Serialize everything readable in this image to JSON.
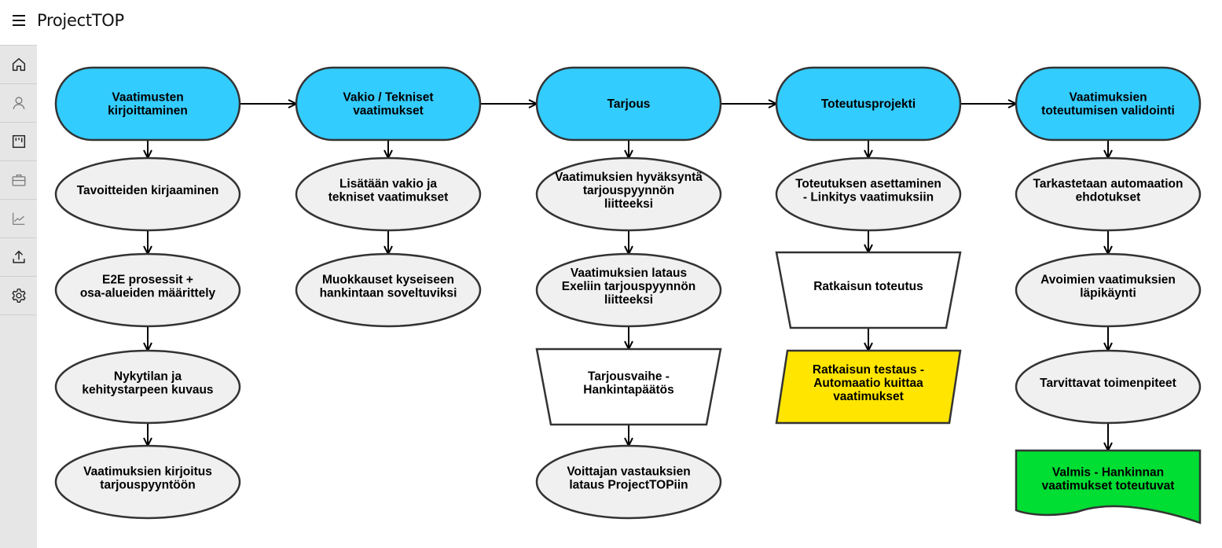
{
  "app": {
    "title": "ProjectTOP",
    "menu_icon": "hamburger-menu-icon"
  },
  "sidebar": {
    "items": [
      {
        "name": "home",
        "icon": "home-icon"
      },
      {
        "name": "users",
        "icon": "user-icon"
      },
      {
        "name": "board",
        "icon": "kanban-board-icon"
      },
      {
        "name": "projects",
        "icon": "briefcase-icon"
      },
      {
        "name": "reports",
        "icon": "line-chart-icon"
      },
      {
        "name": "upload",
        "icon": "upload-icon"
      },
      {
        "name": "settings",
        "icon": "gear-icon"
      }
    ]
  },
  "colors": {
    "phase": "#33ccff",
    "step": "#f0f0f0",
    "manual": "#ffffff",
    "test": "#ffe500",
    "done": "#00dd33",
    "stroke": "#333333"
  },
  "diagram": {
    "columns": [
      {
        "phase": [
          "Vaatimusten",
          "kirjoittaminen"
        ],
        "steps": [
          {
            "shape": "ellipse",
            "lines": [
              "Tavoitteiden kirjaaminen"
            ]
          },
          {
            "shape": "ellipse",
            "lines": [
              "E2E prosessit +",
              "osa-alueiden määrittely"
            ]
          },
          {
            "shape": "ellipse",
            "lines": [
              "Nykytilan ja",
              "kehitystarpeen kuvaus"
            ]
          },
          {
            "shape": "ellipse",
            "lines": [
              "Vaatimuksien kirjoitus",
              "tarjouspyyntöön"
            ]
          }
        ]
      },
      {
        "phase": [
          "Vakio / Tekniset",
          "vaatimukset"
        ],
        "steps": [
          {
            "shape": "ellipse",
            "lines": [
              "Lisätään vakio ja",
              "tekniset vaatimukset"
            ]
          },
          {
            "shape": "ellipse",
            "lines": [
              "Muokkauset kyseiseen",
              "hankintaan soveltuviksi"
            ]
          }
        ]
      },
      {
        "phase": [
          "Tarjous"
        ],
        "steps": [
          {
            "shape": "ellipse",
            "lines": [
              "Vaatimuksien hyväksyntä",
              "tarjouspyynnön",
              "liitteeksi"
            ]
          },
          {
            "shape": "ellipse",
            "lines": [
              "Vaatimuksien lataus",
              "Exeliin tarjouspyynnön",
              "liitteeksi"
            ]
          },
          {
            "shape": "manual",
            "lines": [
              "Tarjousvaihe -",
              "Hankintapäätös"
            ]
          },
          {
            "shape": "ellipse",
            "lines": [
              "Voittajan vastauksien",
              "lataus ProjectTOPiin"
            ]
          }
        ]
      },
      {
        "phase": [
          "Toteutusprojekti"
        ],
        "steps": [
          {
            "shape": "ellipse",
            "lines": [
              "Toteutuksen asettaminen",
              "- Linkitys vaatimuksiin"
            ]
          },
          {
            "shape": "manual",
            "lines": [
              "Ratkaisun toteutus"
            ]
          },
          {
            "shape": "parallelogram",
            "lines": [
              "Ratkaisun testaus -",
              "Automaatio kuittaa",
              "vaatimukset"
            ]
          }
        ]
      },
      {
        "phase": [
          "Vaatimuksien",
          "toteutumisen validointi"
        ],
        "steps": [
          {
            "shape": "ellipse",
            "lines": [
              "Tarkastetaan automaation",
              "ehdotukset"
            ]
          },
          {
            "shape": "ellipse",
            "lines": [
              "Avoimien vaatimuksien",
              "läpikäynti"
            ]
          },
          {
            "shape": "ellipse",
            "lines": [
              "Tarvittavat toimenpiteet"
            ]
          },
          {
            "shape": "document",
            "lines": [
              "Valmis - Hankinnan",
              "vaatimukset toteutuvat"
            ]
          }
        ]
      }
    ]
  }
}
